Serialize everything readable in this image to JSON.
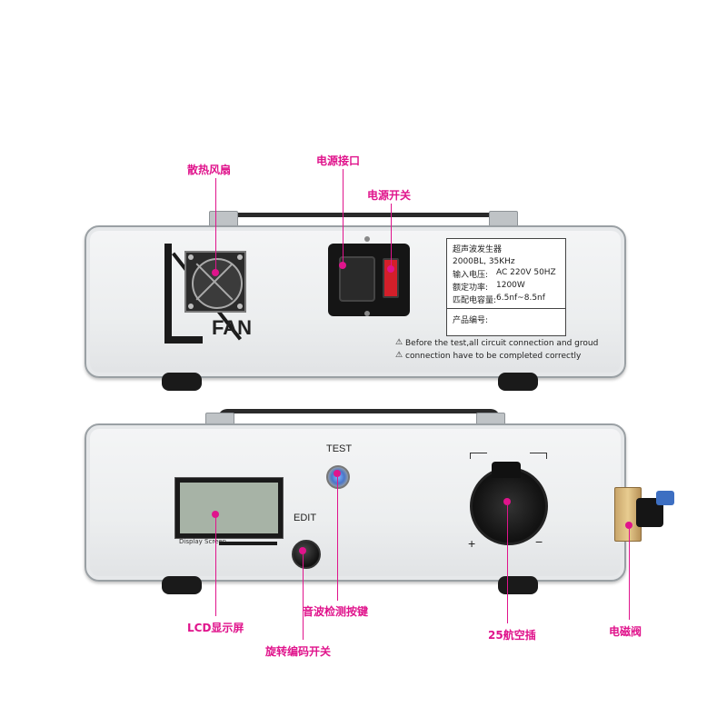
{
  "callouts": {
    "fan": "散热风扇",
    "power_port": "电源接口",
    "power_switch": "电源开关",
    "lcd": "LCD显示屏",
    "sound_test_button": "音波检测按键",
    "rotary_encoder": "旋转编码开关",
    "aviation_socket": "25航空插",
    "solenoid_valve": "电磁阀"
  },
  "rear_panel": {
    "fan_label": "FAN",
    "warning_line1": "Before the test,all circuit connection and groud",
    "warning_line2": "connection have to be completed correctly",
    "nameplate": {
      "title": "超声波发生器",
      "model": "2000BL,   35KHz",
      "voltage_label": "输入电压:",
      "voltage_value": "AC 220V 50HZ",
      "power_label": "额定功率:",
      "power_value": "1200W",
      "capacitance_label": "匹配电容量:",
      "capacitance_value": "6.5nf~8.5nf",
      "serial_label": "产品编号:"
    }
  },
  "front_panel": {
    "test_label": "TEST",
    "edit_label": "EDIT",
    "display_screen_label": "Display Screen",
    "plus_label": "+",
    "minus_label": "−"
  },
  "colors": {
    "accent": "#e0148c",
    "panel": "#eceeef",
    "switch_red": "#d31f2a"
  }
}
